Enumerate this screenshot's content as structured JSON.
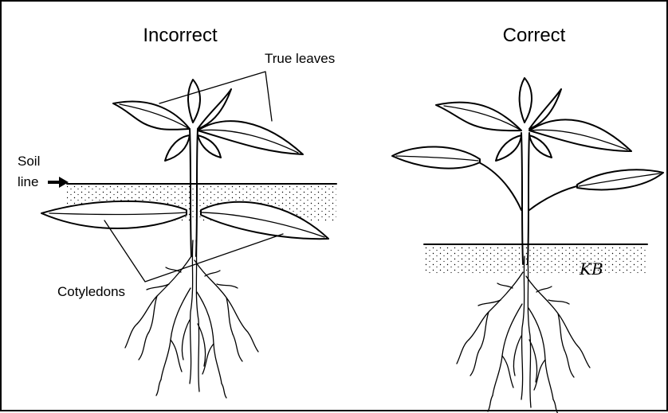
{
  "titles": {
    "left": "Incorrect",
    "right": "Correct"
  },
  "labels": {
    "true_leaves": "True leaves",
    "soil_line_1": "Soil",
    "soil_line_2": "line",
    "cotyledons": "Cotyledons"
  },
  "artist_signature": "KB",
  "icons": [
    "arrow-right-icon"
  ],
  "colors": {
    "ink": "#000000",
    "background": "#ffffff"
  }
}
